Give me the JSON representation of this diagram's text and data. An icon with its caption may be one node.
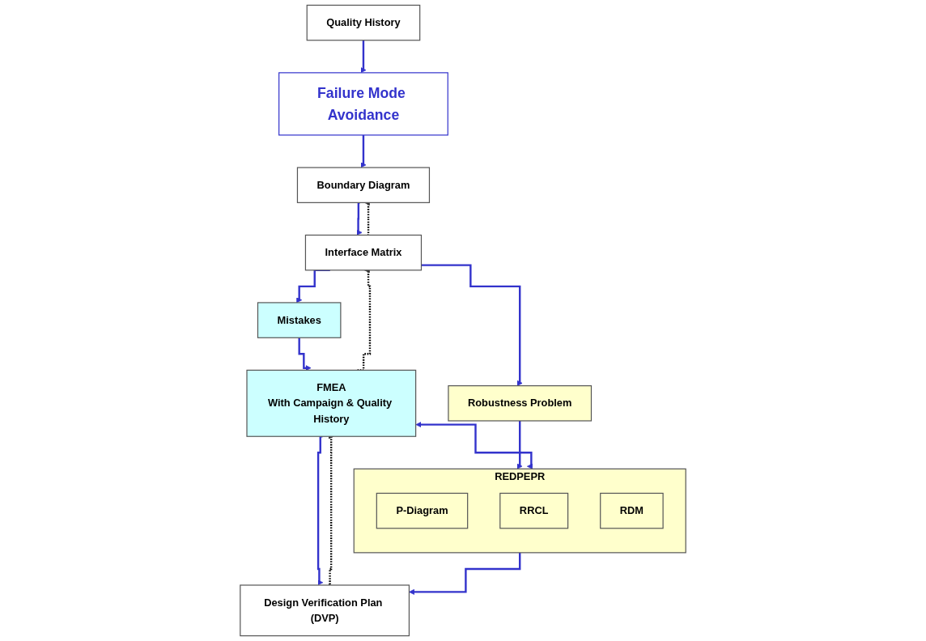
{
  "diagram": {
    "nodes": [
      {
        "text": [
          "Failure Mode Avoidance"
        ]
      },
      {
        "text": [
          "Quality History"
        ]
      },
      {
        "text": [
          "Boundary Diagram"
        ]
      },
      {
        "text": [
          "Interface Matrix"
        ]
      },
      {
        "text": [
          "Mistakes"
        ]
      },
      {
        "text": [
          "Robustness Problem"
        ]
      },
      {
        "text": [
          "FMEA",
          "With Campaign & Quality History"
        ]
      },
      {
        "text": [
          "REDPEPR"
        ]
      },
      {
        "text": [
          "P-Diagram"
        ],
        "in": 7
      },
      {
        "text": [
          "RRCL"
        ],
        "in": 7
      },
      {
        "text": [
          "RDM"
        ],
        "in": 7
      },
      {
        "text": [
          "Design Verification Plan (DVP)"
        ]
      }
    ],
    "edges": [
      {
        "from": 1,
        "to": 0,
        "arrow": "to"
      },
      {
        "from": 0,
        "to": 2,
        "arrow": "to"
      },
      {
        "from": 2,
        "to": 3,
        "arrow": "to"
      },
      {
        "from": 3,
        "to": 4,
        "arrow": "to"
      },
      {
        "from": 3,
        "to": 5,
        "arrow": "to"
      },
      {
        "from": 4,
        "to": 6,
        "arrow": "to"
      },
      {
        "from": 5,
        "to": 7,
        "arrow": "to"
      },
      {
        "from": 6,
        "to": 7,
        "arrow": "both"
      },
      {
        "from": 6,
        "to": 11,
        "arrow": "to"
      },
      {
        "from": 7,
        "to": 11,
        "arrow": "to"
      },
      {
        "from": 3,
        "to": 2,
        "arrow": "to",
        "style": "dashed",
        "color": "#000000"
      },
      {
        "from": 6,
        "to": 3,
        "arrow": "to",
        "style": "dashed",
        "color": "#000000"
      },
      {
        "from": 11,
        "to": 6,
        "arrow": "to",
        "style": "dashed",
        "color": "#000000"
      }
    ]
  }
}
